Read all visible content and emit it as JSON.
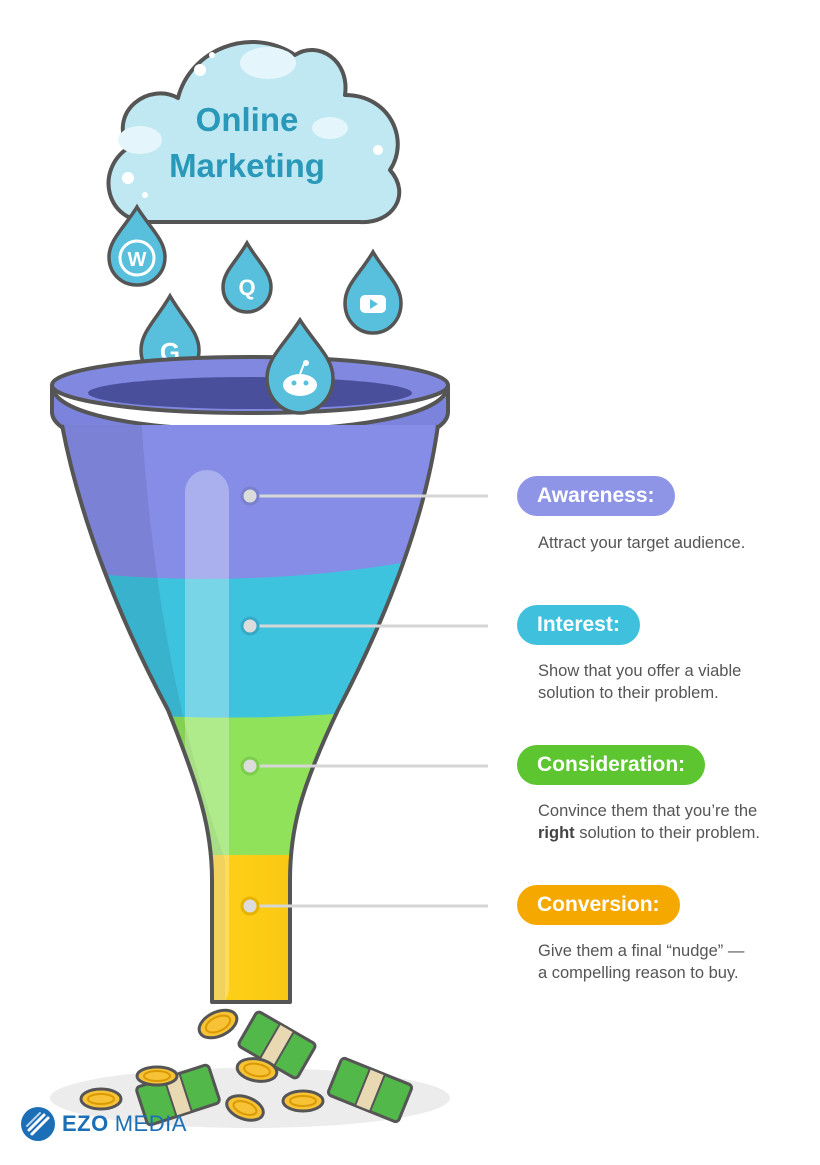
{
  "cloud": {
    "title_line1": "Online",
    "title_line2": "Marketing"
  },
  "drops": [
    {
      "icon": "wordpress-icon",
      "glyph": "W"
    },
    {
      "icon": "quora-icon",
      "glyph": "Q"
    },
    {
      "icon": "youtube-icon",
      "glyph": ""
    },
    {
      "icon": "google-icon",
      "glyph": "G"
    },
    {
      "icon": "reddit-icon",
      "glyph": ""
    }
  ],
  "stages": [
    {
      "label": "Awareness:",
      "color": "#8f95e6",
      "description": "Attract your target audience."
    },
    {
      "label": "Interest:",
      "color": "#3fc1de",
      "description_line1": "Show that you offer a viable",
      "description_line2": "solution to their problem."
    },
    {
      "label": "Consideration:",
      "color": "#5cc52f",
      "description_line1": "Convince them that you’re the",
      "description_bold": "right",
      "description_line2_rest": " solution to their problem."
    },
    {
      "label": "Conversion:",
      "color": "#f5a800",
      "description_line1": "Give them a final “nudge” —",
      "description_line2": "a compelling reason to buy."
    }
  ],
  "brand": {
    "name": "EZO",
    "sub": "MEDIA",
    "color": "#1b6fb6"
  }
}
